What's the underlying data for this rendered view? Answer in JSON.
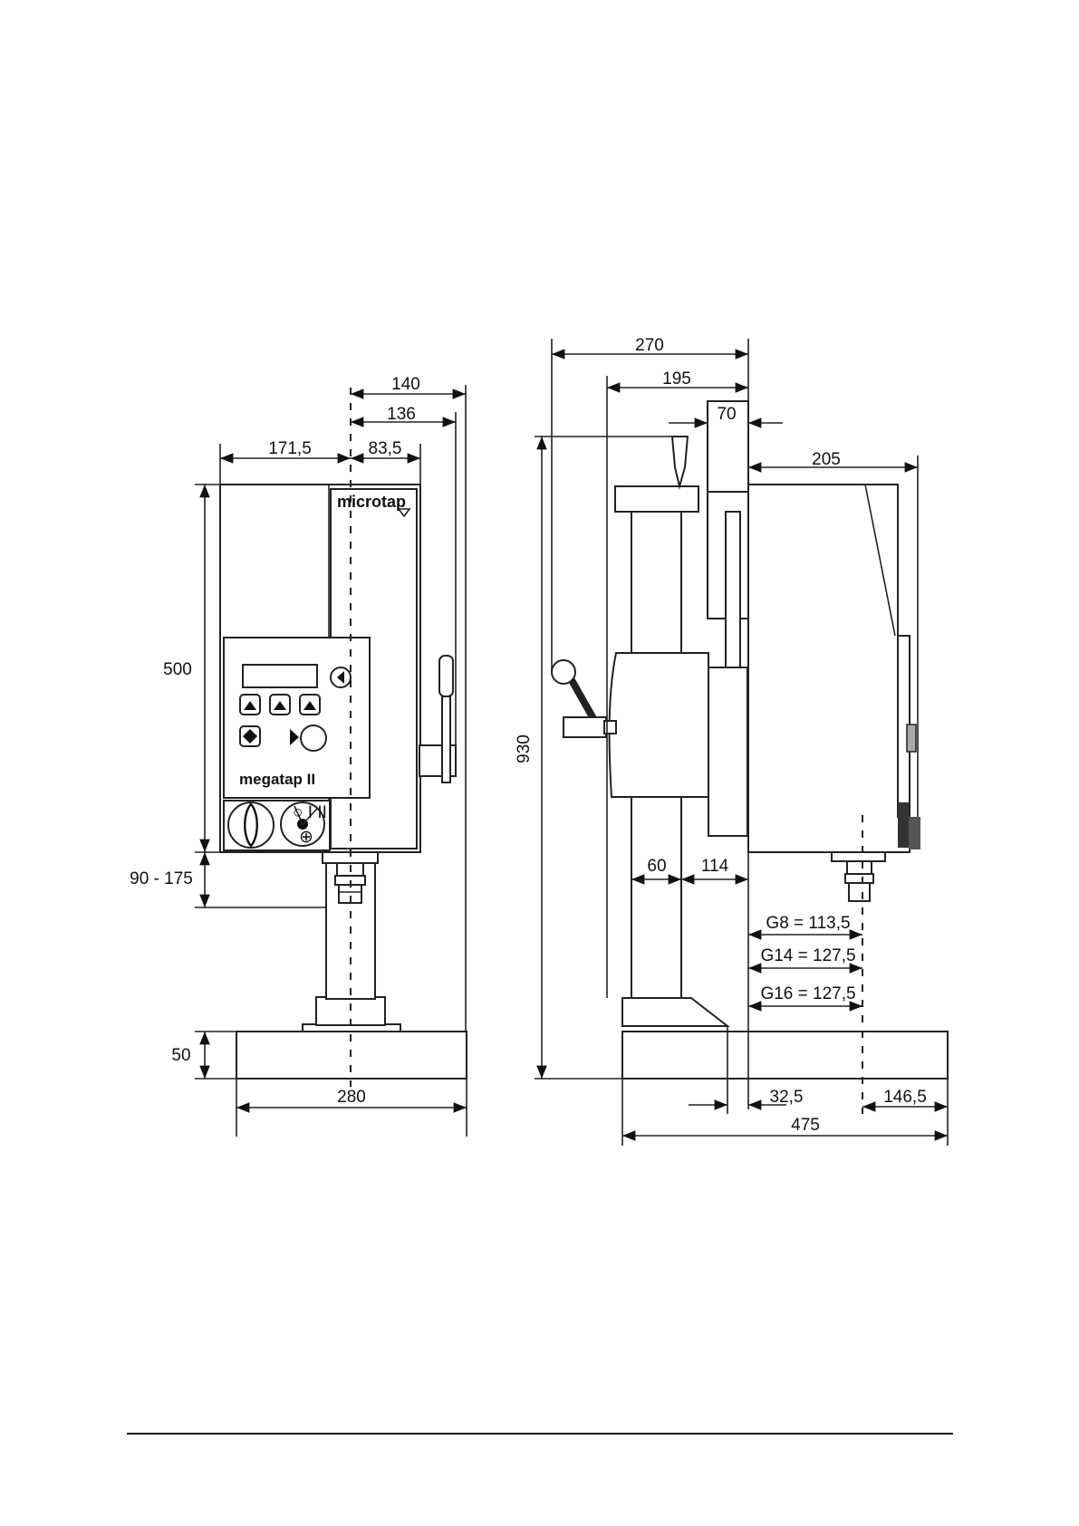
{
  "front_view": {
    "brand_logo": "microtap",
    "model_label": "megatap II",
    "dims": {
      "d140": "140",
      "d136": "136",
      "d171": "171,5",
      "d83": "83,5",
      "d500": "500",
      "d90": "90 - 175",
      "d50": "50",
      "d280": "280"
    }
  },
  "side_view": {
    "dims": {
      "d270": "270",
      "d195": "195",
      "d70": "70",
      "d205": "205",
      "d930": "930",
      "d60": "60",
      "d114": "114",
      "g8": "G8 = 113,5",
      "g14": "G14 = 127,5",
      "g16": "G16 = 127,5",
      "d32": "32,5",
      "d146": "146,5",
      "d475": "475"
    }
  },
  "icons": [
    "up-arrow-icon",
    "start-icon",
    "stop-icon",
    "rotary-switch-icon",
    "dial-icon",
    "arrow-marker-icon"
  ]
}
